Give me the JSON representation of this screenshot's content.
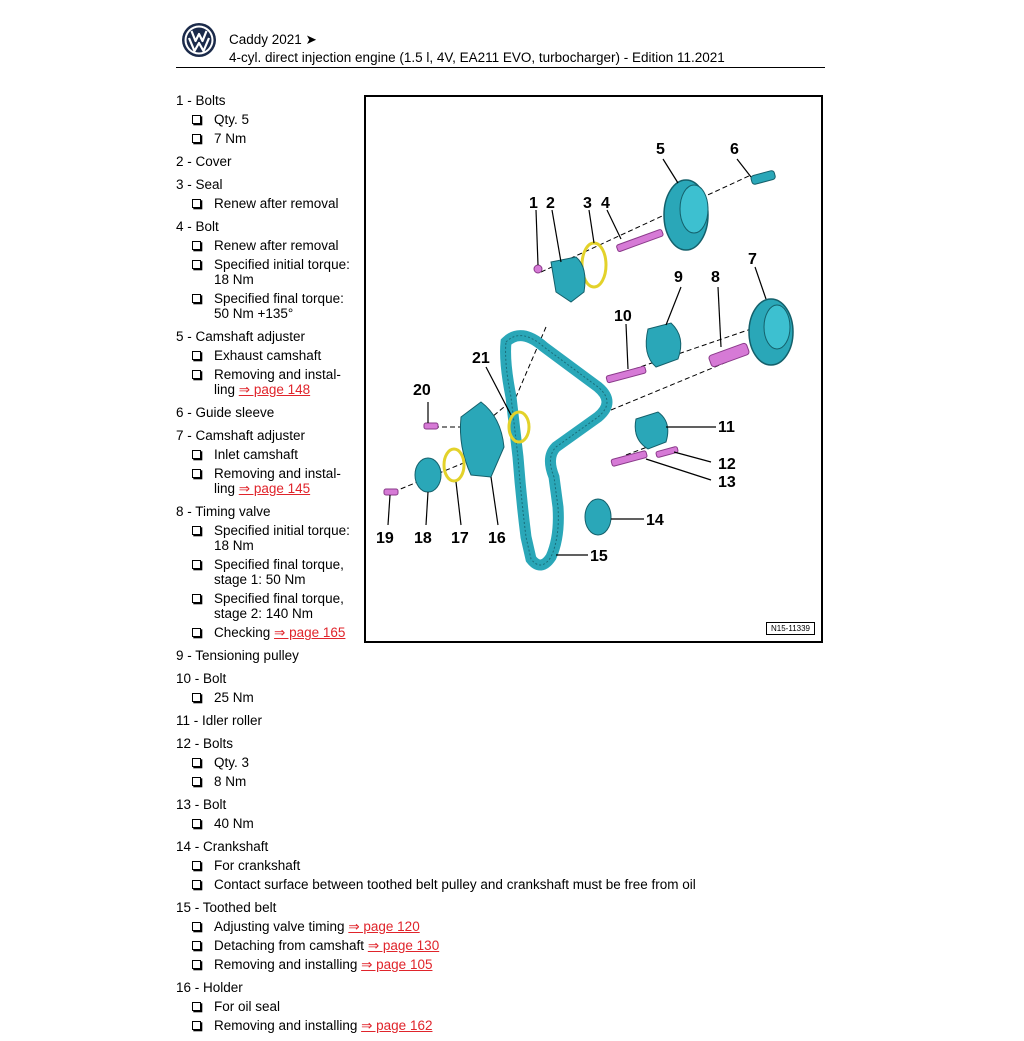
{
  "header": {
    "title": "Caddy 2021 ➤",
    "subtitle": "4-cyl. direct injection engine (1.5 l, 4V, EA211 EVO, turbocharger) - Edition 11.2021"
  },
  "items": [
    {
      "title": "1 - Bolts",
      "subs": [
        {
          "text": "Qty. 5"
        },
        {
          "text": "7 Nm"
        }
      ]
    },
    {
      "title": "2 - Cover",
      "subs": []
    },
    {
      "title": "3 - Seal",
      "subs": [
        {
          "text": "Renew after removal"
        }
      ]
    },
    {
      "title": "4 - Bolt",
      "subs": [
        {
          "text": "Renew after removal"
        },
        {
          "text": "Specified initial torque:\n18 Nm"
        },
        {
          "text": "Specified final torque:\n50 Nm +135°"
        }
      ]
    },
    {
      "title": "5 - Camshaft adjuster",
      "subs": [
        {
          "text": "Exhaust camshaft"
        },
        {
          "text": "Removing and instal-\nling ",
          "link": "⇒ page 148"
        }
      ]
    },
    {
      "title": "6 - Guide sleeve",
      "subs": []
    },
    {
      "title": "7 - Camshaft adjuster",
      "subs": [
        {
          "text": "Inlet camshaft"
        },
        {
          "text": "Removing and instal-\nling ",
          "link": "⇒ page 145"
        }
      ]
    },
    {
      "title": "8 - Timing valve",
      "subs": [
        {
          "text": "Specified initial torque:\n18 Nm"
        },
        {
          "text": "Specified final torque,\nstage 1: 50 Nm"
        },
        {
          "text": "Specified final torque,\nstage 2: 140 Nm"
        },
        {
          "text": "Checking ",
          "link": "⇒ page 165"
        }
      ]
    },
    {
      "title": "9 - Tensioning pulley",
      "subs": []
    },
    {
      "title": "10 - Bolt",
      "subs": [
        {
          "text": "25 Nm"
        }
      ]
    },
    {
      "title": "11 - Idler roller",
      "subs": []
    },
    {
      "title": "12 - Bolts",
      "subs": [
        {
          "text": "Qty. 3"
        },
        {
          "text": "8 Nm"
        }
      ]
    },
    {
      "title": "13 - Bolt",
      "subs": [
        {
          "text": "40 Nm"
        }
      ]
    },
    {
      "title": "14 - Crankshaft",
      "subs": [
        {
          "text": "For crankshaft"
        },
        {
          "text": "Contact surface between toothed belt pulley and crankshaft must be free from oil"
        }
      ]
    },
    {
      "title": "15 - Toothed belt",
      "subs": [
        {
          "text": "Adjusting valve timing ",
          "link": "⇒ page 120"
        },
        {
          "text": "Detaching from camshaft ",
          "link": "⇒ page 130"
        },
        {
          "text": "Removing and installing ",
          "link": "⇒ page 105"
        }
      ]
    },
    {
      "title": "16 - Holder",
      "subs": [
        {
          "text": "For oil seal"
        },
        {
          "text": "Removing and installing ",
          "link": "⇒ page 162"
        }
      ]
    }
  ],
  "figure": {
    "id": "N15-11339",
    "callouts": [
      "1",
      "2",
      "3",
      "4",
      "5",
      "6",
      "7",
      "8",
      "9",
      "10",
      "11",
      "12",
      "13",
      "14",
      "15",
      "16",
      "17",
      "18",
      "19",
      "20",
      "21"
    ]
  },
  "colors": {
    "part": "#2aa7b8",
    "bolt": "#d67ad6",
    "seal": "#e3d22a",
    "link": "#e0242b"
  }
}
